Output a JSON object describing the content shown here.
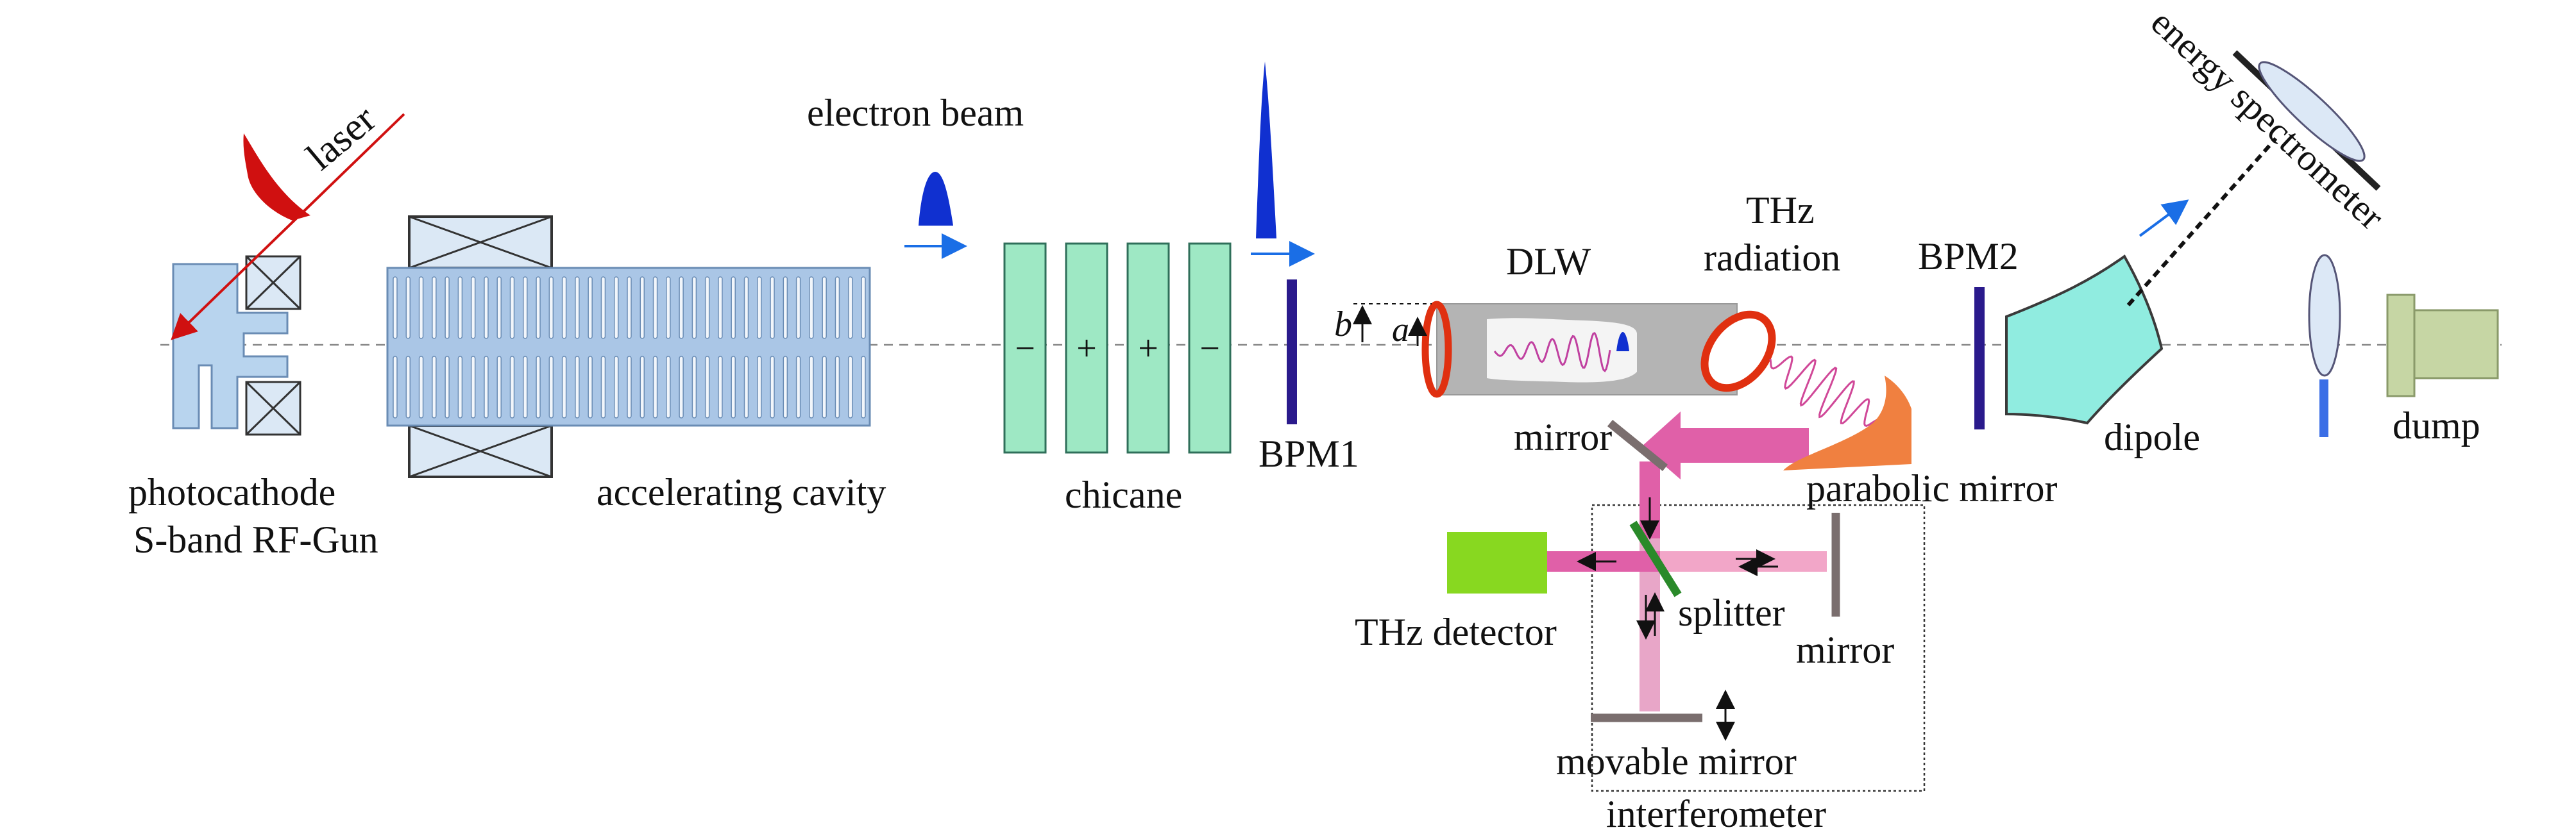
{
  "labels": {
    "laser": "laser",
    "photocathode": "photocathode",
    "rf_gun": "S-band RF-Gun",
    "accelerating_cavity": "accelerating cavity",
    "electron_beam": "electron beam",
    "chicane": "chicane",
    "bpm1": "BPM1",
    "dlw": "DLW",
    "thz": "THz",
    "radiation": "radiation",
    "bpm2": "BPM2",
    "energy_spectrometer": "energy spectrometer",
    "dipole": "dipole",
    "dump": "dump",
    "mirror_top": "mirror",
    "parabolic_mirror": "parabolic mirror",
    "thz_detector": "THz detector",
    "splitter": "splitter",
    "mirror_right": "mirror",
    "movable_mirror": "movable mirror",
    "interferometer": "interferometer",
    "b": "b",
    "a": "a"
  },
  "chicane_signs": [
    "−",
    "+",
    "+",
    "−"
  ],
  "colors": {
    "rf_blue": "#b8d4ee",
    "cavity_blue": "#aac6e6",
    "magnet_fill": "#dbe8f5",
    "chicane_green": "#9ee8c4",
    "bpm_purple": "#2a1a8c",
    "beam_blue": "#1030d0",
    "laser_red": "#d01010",
    "thz_pink": "#e060a8",
    "thz_light": "#f2a6c8",
    "dlw_gray": "#b4b4b4",
    "ring_red": "#e03010",
    "parabolic_orange": "#f08040",
    "detector_green": "#88d820",
    "dipole_cyan": "#90ece0",
    "dump_green": "#c6d6a4",
    "mirror_gray": "#7a6e6e",
    "splitter_green": "#2a8a2a",
    "arrow_blue": "#1a6ee6"
  }
}
